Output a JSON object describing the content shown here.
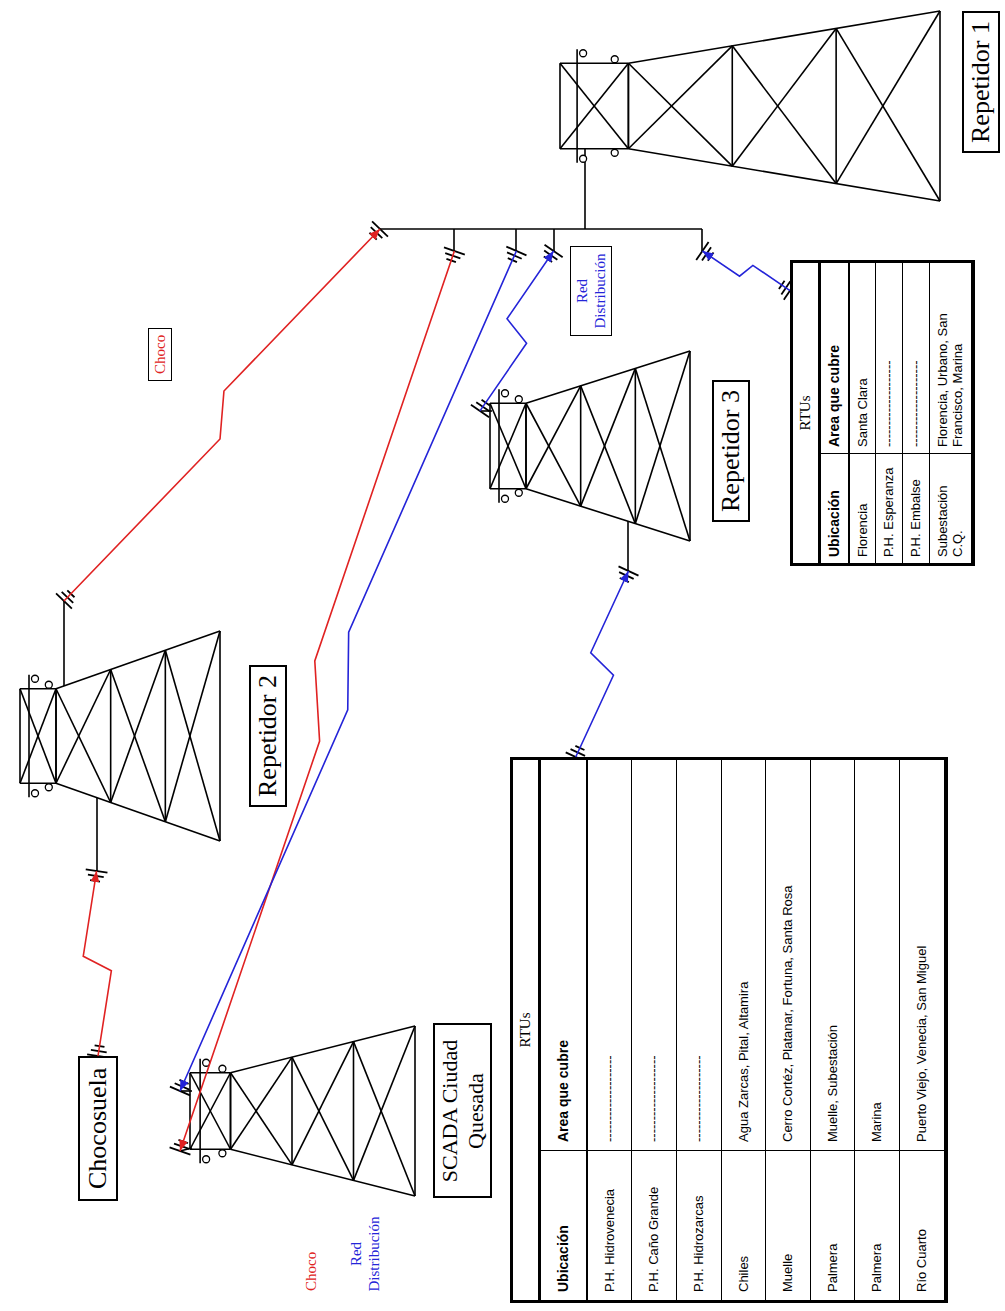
{
  "diagram": {
    "nodes": [
      {
        "text": [
          "Chocosuela"
        ]
      },
      {
        "text": [
          "Repetidor 2"
        ]
      },
      {
        "text": [
          "Repetidor 1"
        ]
      },
      {
        "text": [
          "SCADA Ciudad Quesada"
        ]
      },
      {
        "text": [
          "Repetidor 3"
        ]
      },
      {
        "text": [
          "RTUs",
          "Ubicación",
          "Area que cubre",
          "P.H. Hidrovenecia",
          "--------------------",
          "P.H. Caño Grande",
          "--------------------",
          "P.H. Hidrozarcas",
          "--------------------",
          "Chiles",
          "Agua Zarcas, Pital, Altamira",
          "Muelle",
          "Cerro Cortéz, Platanar, Fortuna, Santa Rosa",
          "Palmera",
          "Muelle, Subestación",
          "Palmera",
          "Marina",
          "Río Cuarto",
          "Puerto Viejo, Venecia, San Miguel"
        ]
      },
      {
        "text": [
          "RTUs",
          "Ubicación",
          "Area que cubre",
          "Florencia",
          "Santa Clara",
          "P.H. Esperanza",
          "--------------------",
          "P.H. Embalse",
          "--------------------",
          "Subestación C.Q.",
          "Florencia, Urbano, San Francisco, Marina"
        ]
      }
    ],
    "edges": [
      {
        "from": 0,
        "to": 1,
        "arrow": "to"
      },
      {
        "from": 1,
        "to": 2,
        "arrow": "to",
        "label": "Choco"
      },
      {
        "from": 2,
        "to": 3,
        "arrow": "to",
        "label": "Choco"
      },
      {
        "from": 2,
        "to": 3,
        "arrow": "to",
        "label": "Red Distribución"
      },
      {
        "from": 4,
        "to": 2,
        "arrow": "to",
        "label": "Red Distribución"
      },
      {
        "from": 5,
        "to": 4,
        "arrow": "to"
      },
      {
        "from": 6,
        "to": 2,
        "arrow": "to"
      }
    ]
  }
}
